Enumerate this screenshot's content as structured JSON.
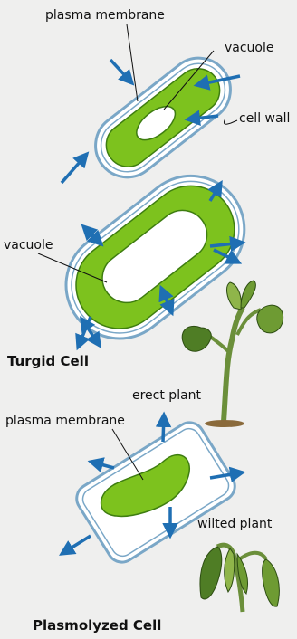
{
  "labels": {
    "plasma_membrane_top": "plasma membrane",
    "vacuole_top": "vacuole",
    "cell_wall": "cell wall",
    "vacuole_turgid": "vacuole",
    "turgid_cell": "Turgid Cell",
    "erect_plant": "erect plant",
    "plasma_membrane_bottom": "plasma membrane",
    "wilted_plant": "wilted plant",
    "plasmolyzed_cell": "Plasmolyzed Cell"
  },
  "colors": {
    "cytoplasm": "#7dc21e",
    "cytoplasm_light": "#a6d94a",
    "cell_wall": "#7aa7c7",
    "arrow": "#1f6fb3",
    "leaf_dark": "#3f6b1f",
    "leaf_light": "#8fb54a",
    "soil": "#8a6a3b"
  }
}
